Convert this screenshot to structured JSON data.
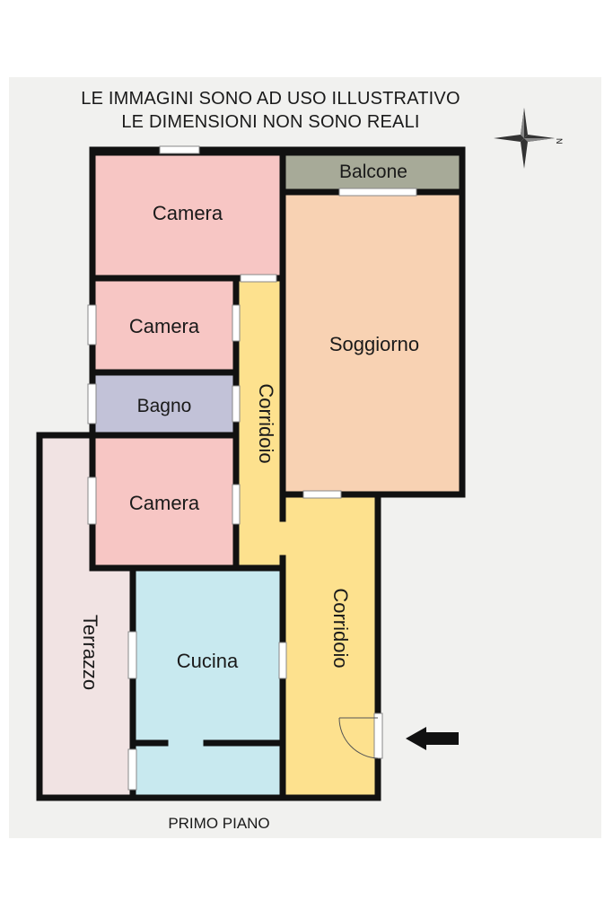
{
  "notice": {
    "line1": "LE IMMAGINI SONO AD USO ILLUSTRATIVO",
    "line2": "LE DIMENSIONI NON SONO REALI"
  },
  "floor_label": "PRIMO PIANO",
  "compass_label": "N",
  "rooms": {
    "camera_top": "Camera",
    "balcone": "Balcone",
    "camera_mid": "Camera",
    "soggiorno": "Soggiorno",
    "bagno": "Bagno",
    "corridoio_upper": "Corridoio",
    "camera_low": "Camera",
    "terrazzo": "Terrazzo",
    "cucina": "Cucina",
    "corridoio_lower": "Corridoio"
  },
  "entrance_icon": "arrow-left-icon",
  "colors": {
    "camera": "#f7c6c4",
    "balcone": "#a7aa98",
    "soggiorno": "#f8d2b3",
    "bagno": "#c2c2d8",
    "corridoio": "#fde18e",
    "terrazzo": "#f1e3e3",
    "cucina": "#c8e9ef",
    "wall": "#111111"
  }
}
